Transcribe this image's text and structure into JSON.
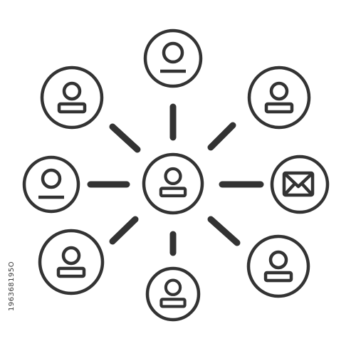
{
  "diagram": {
    "type": "network-of-people",
    "stroke_color": "#333333",
    "background": "#ffffff",
    "center": {
      "icon": "person-icon"
    },
    "nodes": [
      {
        "id": "top",
        "icon": "person-icon"
      },
      {
        "id": "upper-right",
        "icon": "person-icon"
      },
      {
        "id": "right",
        "icon": "envelope-icon"
      },
      {
        "id": "lower-right",
        "icon": "person-icon"
      },
      {
        "id": "bottom",
        "icon": "person-icon"
      },
      {
        "id": "lower-left",
        "icon": "person-icon"
      },
      {
        "id": "left",
        "icon": "person-icon"
      },
      {
        "id": "upper-left",
        "icon": "person-icon"
      }
    ]
  },
  "stock_id": "196368195O"
}
